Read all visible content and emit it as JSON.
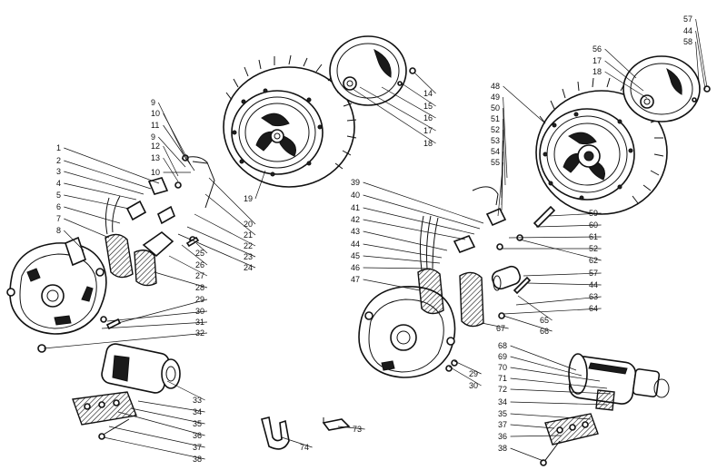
{
  "labels_left": [
    "1",
    "2",
    "3",
    "4",
    "5",
    "6",
    "7",
    "8",
    "9",
    "10",
    "11",
    "12",
    "13",
    "9",
    "10",
    "19",
    "20",
    "21",
    "22",
    "23",
    "24",
    "25",
    "26",
    "27",
    "28",
    "29",
    "30",
    "31",
    "32",
    "14",
    "15",
    "16",
    "17",
    "18",
    "33",
    "34",
    "35",
    "36",
    "37",
    "38"
  ],
  "labels_right": [
    "39",
    "40",
    "41",
    "42",
    "43",
    "44",
    "45",
    "46",
    "47",
    "48",
    "49",
    "50",
    "51",
    "52",
    "53",
    "54",
    "55",
    "56",
    "17",
    "18",
    "57",
    "44",
    "58",
    "59",
    "60",
    "61",
    "52",
    "62",
    "57",
    "44",
    "63",
    "64",
    "65",
    "66",
    "67",
    "29",
    "30",
    "68",
    "69",
    "70",
    "71",
    "72",
    "34",
    "35",
    "37",
    "36",
    "38"
  ],
  "labels_bottom": [
    "73",
    "74"
  ]
}
